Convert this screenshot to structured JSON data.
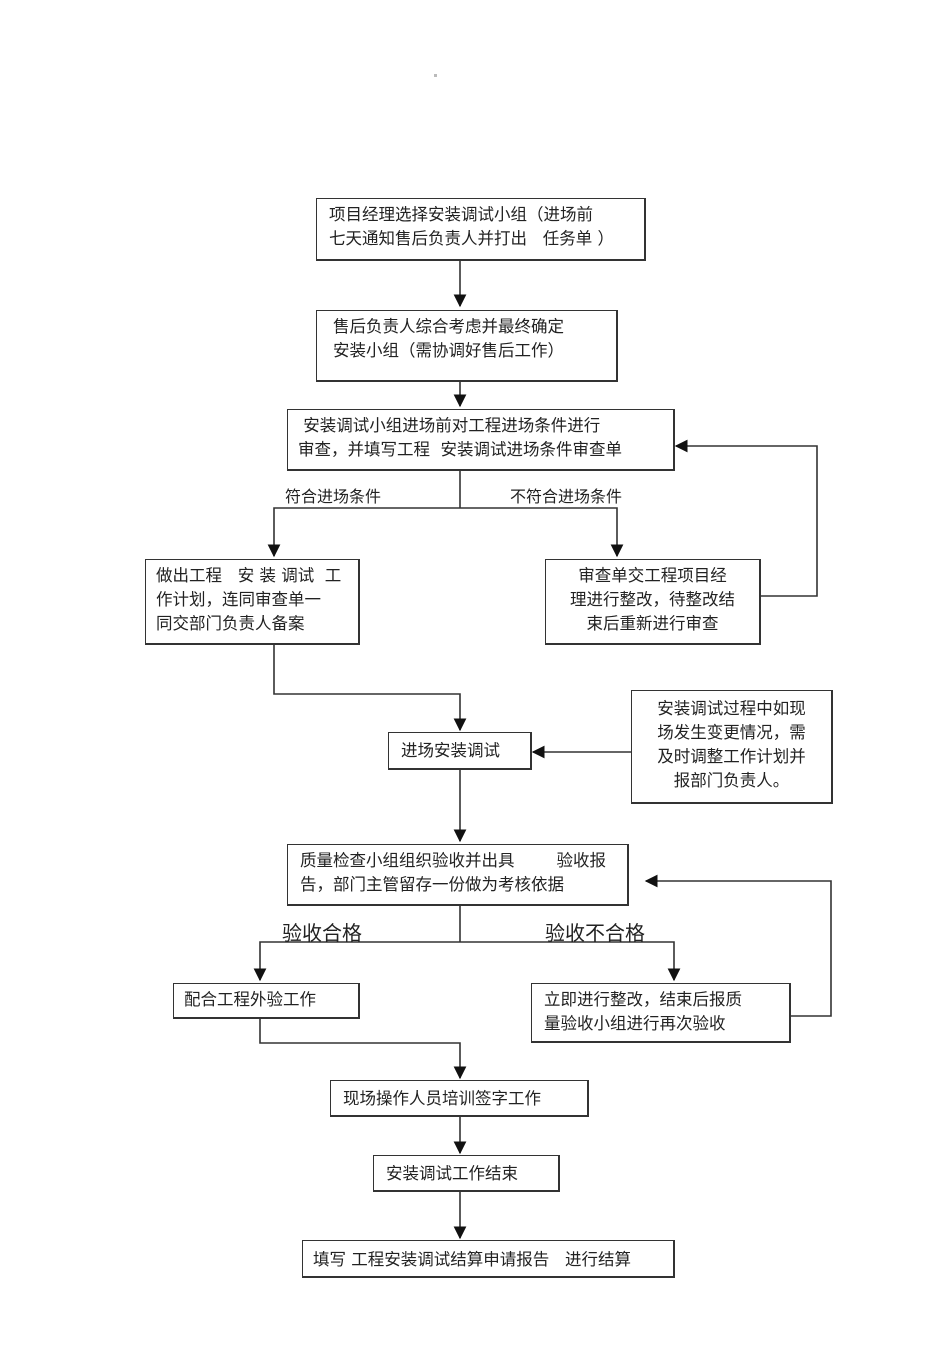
{
  "diagram": {
    "type": "flowchart",
    "nodes": {
      "n1": {
        "lines": [
          "项目经理选择安装调试小组（进场前",
          "七天通知售后负责人并打出   任务单 ）"
        ]
      },
      "n2": {
        "lines": [
          "售后负责人综合考虑并最终确定",
          "安装小组（需协调好售后工作）"
        ]
      },
      "n3": {
        "lines": [
          " 安装调试小组进场前对工程进场条件进行",
          "审查，并填写工程  安装调试进场条件审查单"
        ]
      },
      "n4": {
        "lines": [
          "做出工程   安 装 调试  工",
          "作计划，连同审查单一",
          "同交部门负责人备案"
        ]
      },
      "n5": {
        "lines": [
          "审查单交工程项目经",
          "理进行整改，待整改结",
          "束后重新进行审查"
        ]
      },
      "n6": {
        "lines": [
          "进场安装调试"
        ]
      },
      "n7": {
        "lines": [
          "安装调试过程中如现",
          "场发生变更情况，需",
          "及时调整工作计划并",
          "报部门负责人。"
        ]
      },
      "n8": {
        "lines": [
          "质量检查小组组织验收并出具        验收报",
          "告，部门主管留存一份做为考核依据"
        ]
      },
      "n9": {
        "lines": [
          "配合工程外验工作"
        ]
      },
      "n10": {
        "lines": [
          "立即进行整改，结束后报质",
          "量验收小组进行再次验收"
        ]
      },
      "n11": {
        "lines": [
          "现场操作人员培训签字工作"
        ]
      },
      "n12": {
        "lines": [
          "安装调试工作结束"
        ]
      },
      "n13": {
        "lines": [
          "填写 工程安装调试结算申请报告   进行结算"
        ]
      }
    },
    "branch_labels": {
      "meets_conditions": "符合进场条件",
      "fails_conditions": "不符合进场条件",
      "acceptance_pass": "验收合格",
      "acceptance_fail": "验收不合格"
    },
    "edges": [
      {
        "from": "n1",
        "to": "n2"
      },
      {
        "from": "n2",
        "to": "n3"
      },
      {
        "from": "n3",
        "to": "n4",
        "label": "meets_conditions"
      },
      {
        "from": "n3",
        "to": "n5",
        "label": "fails_conditions"
      },
      {
        "from": "n5",
        "to": "n3",
        "type": "loop-back"
      },
      {
        "from": "n4",
        "to": "n6"
      },
      {
        "from": "n7",
        "to": "n6"
      },
      {
        "from": "n6",
        "to": "n8"
      },
      {
        "from": "n8",
        "to": "n9",
        "label": "acceptance_pass"
      },
      {
        "from": "n8",
        "to": "n10",
        "label": "acceptance_fail"
      },
      {
        "from": "n10",
        "to": "n8",
        "type": "loop-back"
      },
      {
        "from": "n9",
        "to": "n11"
      },
      {
        "from": "n11",
        "to": "n12"
      },
      {
        "from": "n12",
        "to": "n13"
      }
    ]
  }
}
